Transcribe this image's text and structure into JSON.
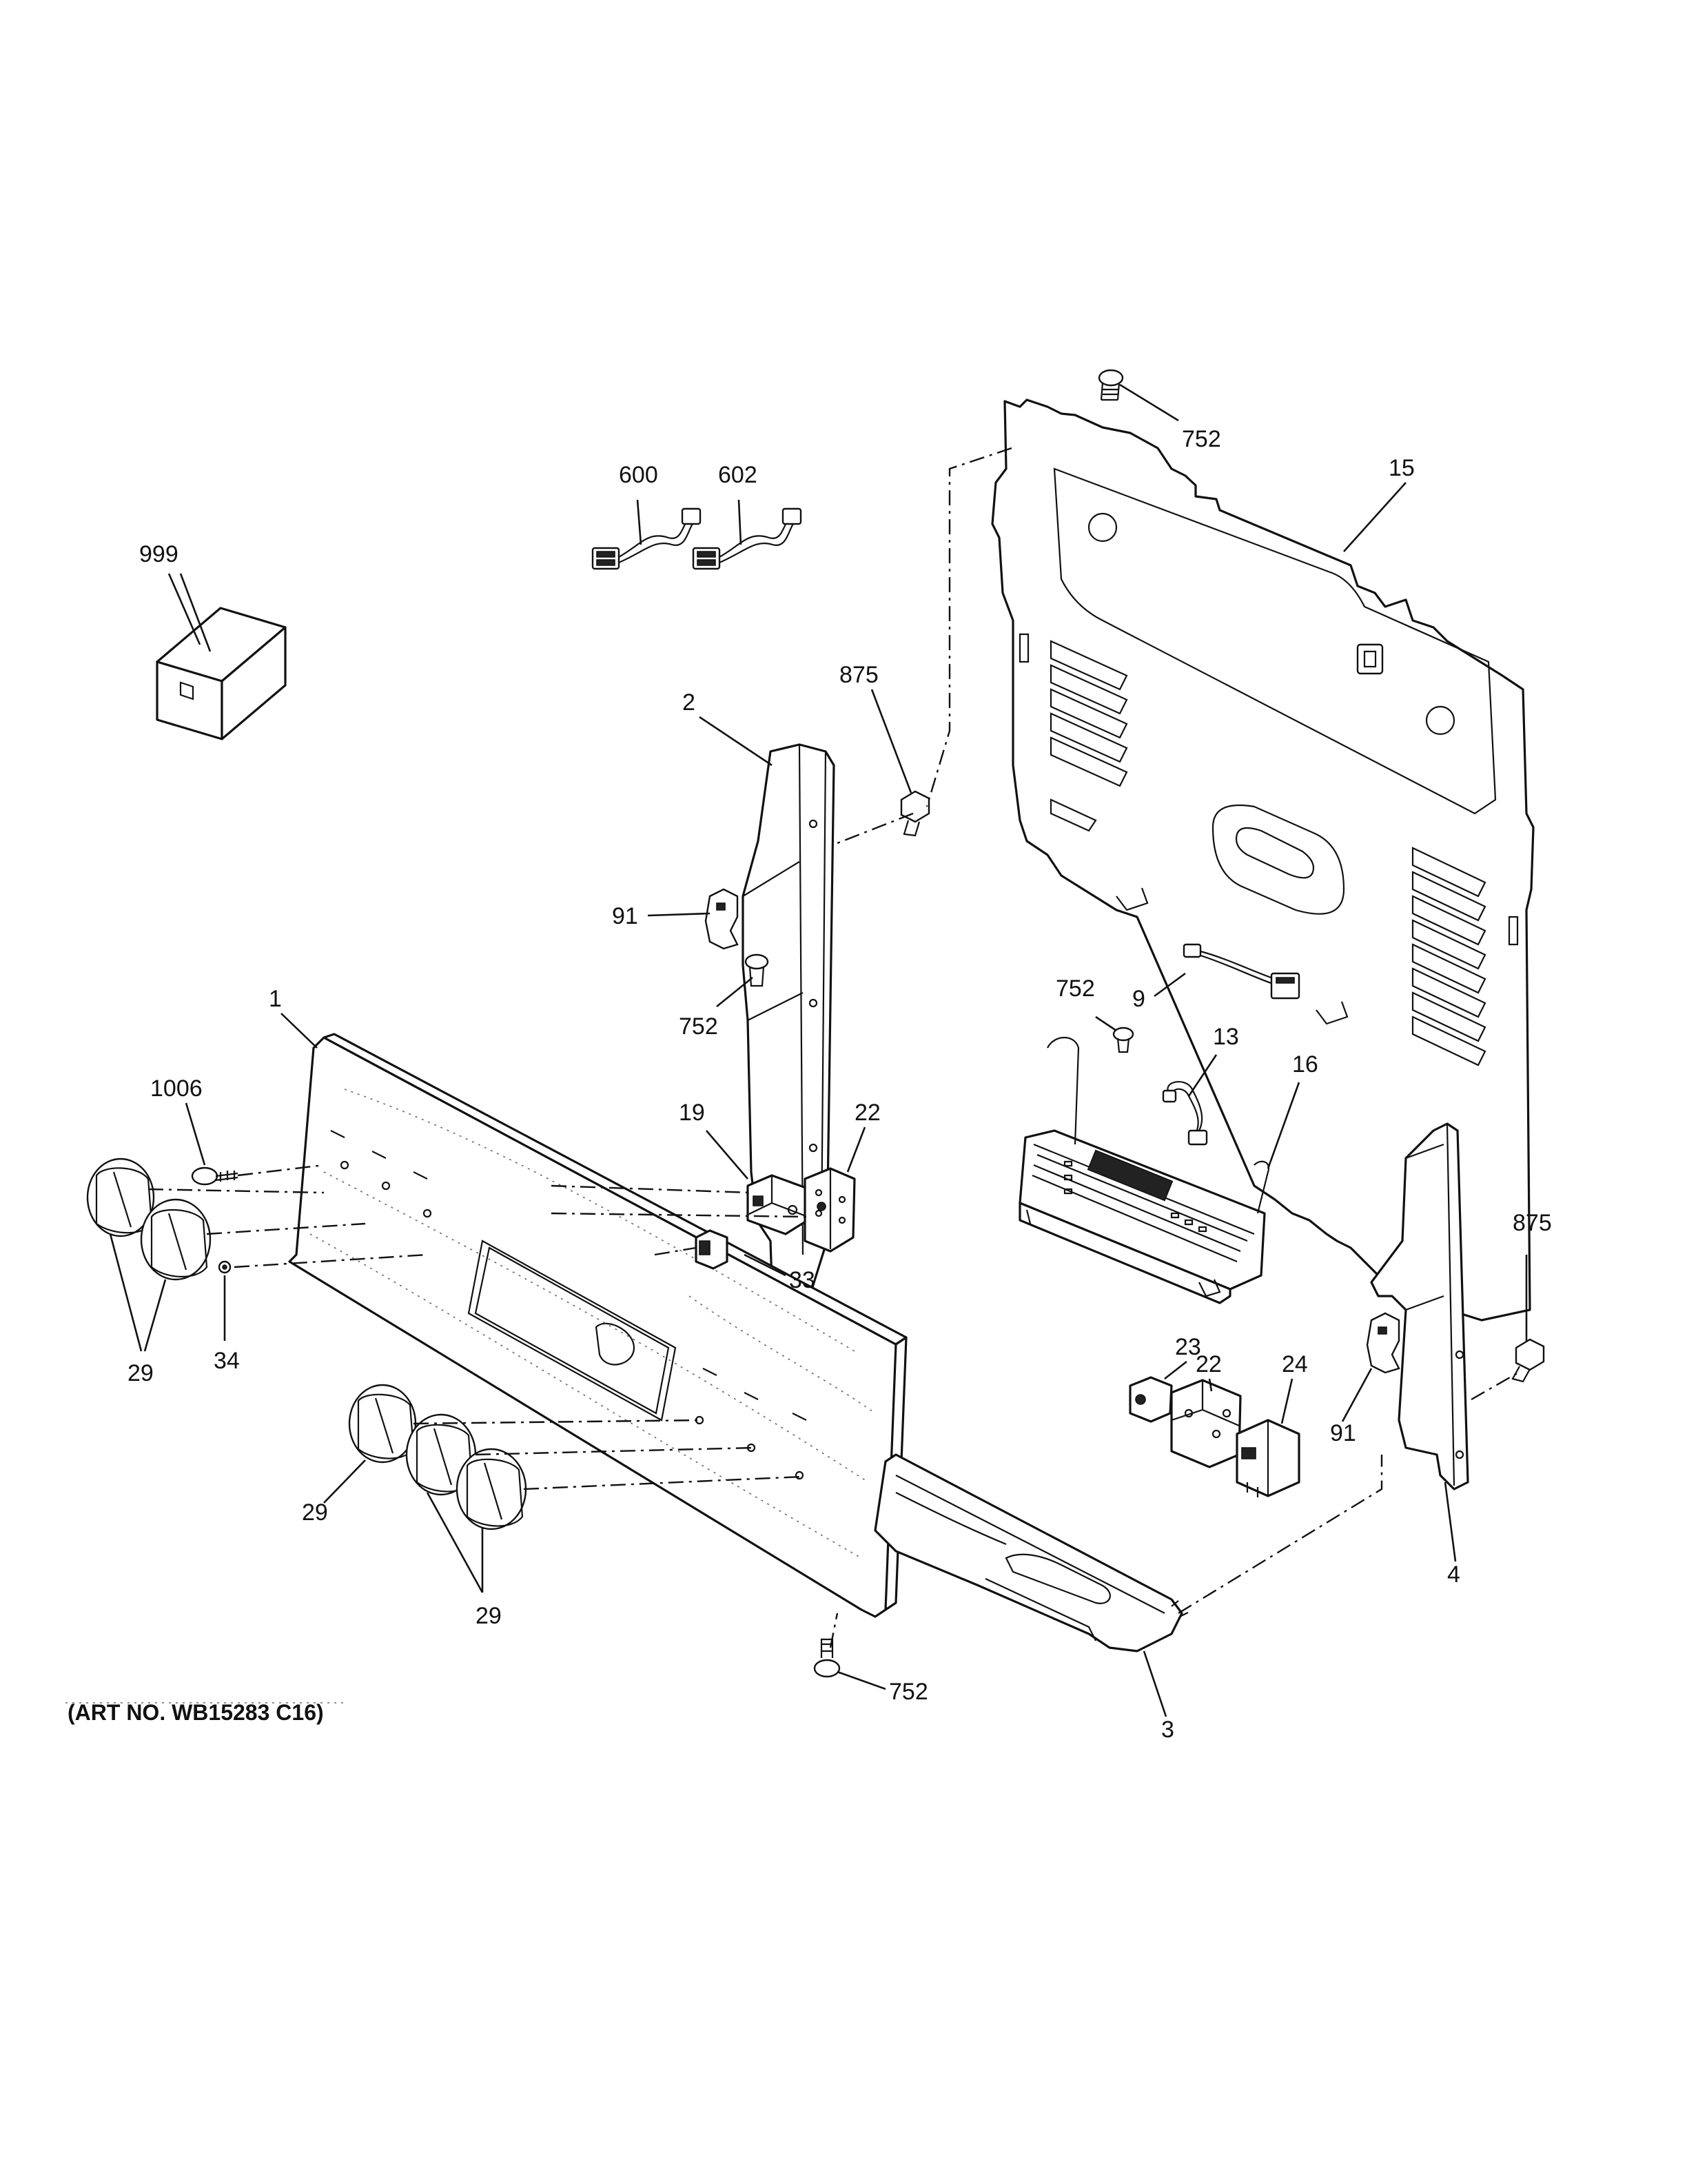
{
  "callouts": [
    {
      "id": "c752a",
      "text": "752"
    },
    {
      "id": "c15",
      "text": "15"
    },
    {
      "id": "c600",
      "text": "600"
    },
    {
      "id": "c602",
      "text": "602"
    },
    {
      "id": "c999",
      "text": "999"
    },
    {
      "id": "c875a",
      "text": "875"
    },
    {
      "id": "c2",
      "text": "2"
    },
    {
      "id": "c91a",
      "text": "91"
    },
    {
      "id": "c752b",
      "text": "752"
    },
    {
      "id": "c752c",
      "text": "752"
    },
    {
      "id": "c9",
      "text": "9"
    },
    {
      "id": "c13",
      "text": "13"
    },
    {
      "id": "c16",
      "text": "16"
    },
    {
      "id": "c1",
      "text": "1"
    },
    {
      "id": "c1006",
      "text": "1006"
    },
    {
      "id": "c19",
      "text": "19"
    },
    {
      "id": "c22a",
      "text": "22"
    },
    {
      "id": "c33",
      "text": "33"
    },
    {
      "id": "c34",
      "text": "34"
    },
    {
      "id": "c29a",
      "text": "29"
    },
    {
      "id": "c29b",
      "text": "29"
    },
    {
      "id": "c29c",
      "text": "29"
    },
    {
      "id": "c875b",
      "text": "875"
    },
    {
      "id": "c23",
      "text": "23"
    },
    {
      "id": "c22b",
      "text": "22"
    },
    {
      "id": "c24",
      "text": "24"
    },
    {
      "id": "c91b",
      "text": "91"
    },
    {
      "id": "c4",
      "text": "4"
    },
    {
      "id": "c752d",
      "text": "752"
    },
    {
      "id": "c3",
      "text": "3"
    }
  ],
  "art_number": "(ART NO. WB15283 C16)"
}
